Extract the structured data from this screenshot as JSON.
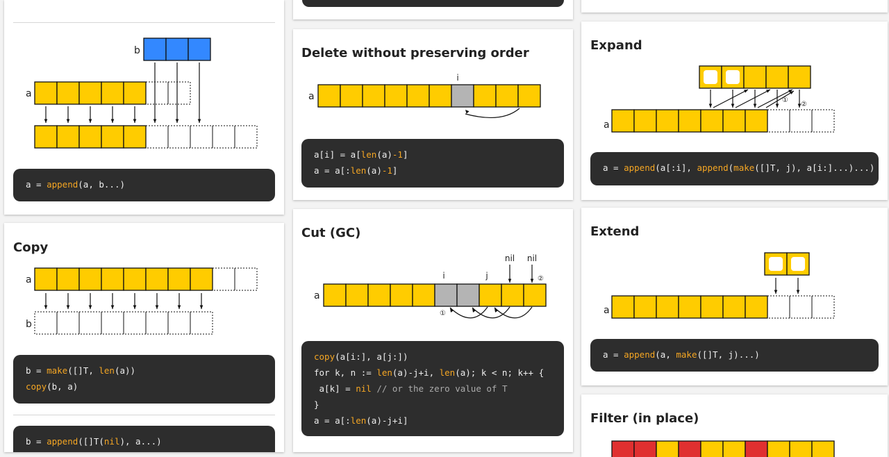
{
  "colors": {
    "cell": "#ffcc00",
    "blue": "#3388ff",
    "gray": "#b4b4b4",
    "red": "#e03030",
    "code_bg": "#2d2d2d",
    "fn": "#f5a623"
  },
  "append_card": {
    "labels": {
      "a": "a",
      "b": "b"
    },
    "code": [
      [
        {
          "t": "a = "
        },
        {
          "t": "append",
          "c": "fn"
        },
        {
          "t": "(a, b...)"
        }
      ]
    ]
  },
  "copy_card": {
    "title": "Copy",
    "labels": {
      "a": "a",
      "b": "b"
    },
    "code1": [
      [
        {
          "t": "b = "
        },
        {
          "t": "make",
          "c": "fn"
        },
        {
          "t": "([]T, "
        },
        {
          "t": "len",
          "c": "fn"
        },
        {
          "t": "(a))"
        }
      ],
      [
        {
          "t": "copy",
          "c": "fn"
        },
        {
          "t": "(b, a)"
        }
      ]
    ],
    "code2": [
      [
        {
          "t": "b = "
        },
        {
          "t": "append",
          "c": "fn"
        },
        {
          "t": "([]T("
        },
        {
          "t": "nil",
          "c": "fn"
        },
        {
          "t": "), a...)"
        }
      ]
    ]
  },
  "delete_card": {
    "title": "Delete without preserving order",
    "labels": {
      "a": "a",
      "i": "i"
    },
    "code": [
      [
        {
          "t": "a[i] = a["
        },
        {
          "t": "len",
          "c": "fn"
        },
        {
          "t": "(a)"
        },
        {
          "t": "-1",
          "c": "fn"
        },
        {
          "t": "]"
        }
      ],
      [
        {
          "t": "a = a[:"
        },
        {
          "t": "len",
          "c": "fn"
        },
        {
          "t": "(a)"
        },
        {
          "t": "-1",
          "c": "fn"
        },
        {
          "t": "]"
        }
      ]
    ]
  },
  "cut_card": {
    "title": "Cut (GC)",
    "labels": {
      "a": "a",
      "i": "i",
      "j": "j",
      "nil1": "nil",
      "nil2": "nil",
      "step1": "①",
      "step2": "②"
    },
    "code": [
      [
        {
          "t": "copy",
          "c": "fn"
        },
        {
          "t": "(a[i:], a[j:])"
        }
      ],
      [
        {
          "t": "for k, n := "
        },
        {
          "t": "len",
          "c": "fn"
        },
        {
          "t": "(a)-j+i, "
        },
        {
          "t": "len",
          "c": "fn"
        },
        {
          "t": "(a); k < n; k++ {"
        }
      ],
      [
        {
          "t": " a[k] = "
        },
        {
          "t": "nil",
          "c": "fn"
        },
        {
          "t": " "
        },
        {
          "t": "// or the zero value of T",
          "c": "cm"
        }
      ],
      [
        {
          "t": "}"
        }
      ],
      [
        {
          "t": "a = a[:"
        },
        {
          "t": "len",
          "c": "fn"
        },
        {
          "t": "(a)-j+i]"
        }
      ]
    ]
  },
  "expand_card": {
    "title": "Expand",
    "labels": {
      "a": "a",
      "step1": "①",
      "step2": "②"
    },
    "code": [
      [
        {
          "t": "a = "
        },
        {
          "t": "append",
          "c": "fn"
        },
        {
          "t": "(a[:i], "
        },
        {
          "t": "append",
          "c": "fn"
        },
        {
          "t": "("
        },
        {
          "t": "make",
          "c": "fn"
        },
        {
          "t": "([]T, j), a[i:]...)...)"
        }
      ]
    ]
  },
  "extend_card": {
    "title": "Extend",
    "labels": {
      "a": "a"
    },
    "code": [
      [
        {
          "t": "a = "
        },
        {
          "t": "append",
          "c": "fn"
        },
        {
          "t": "(a, "
        },
        {
          "t": "make",
          "c": "fn"
        },
        {
          "t": "([]T, j)...)"
        }
      ]
    ]
  },
  "filter_card": {
    "title": "Filter (in place)"
  }
}
